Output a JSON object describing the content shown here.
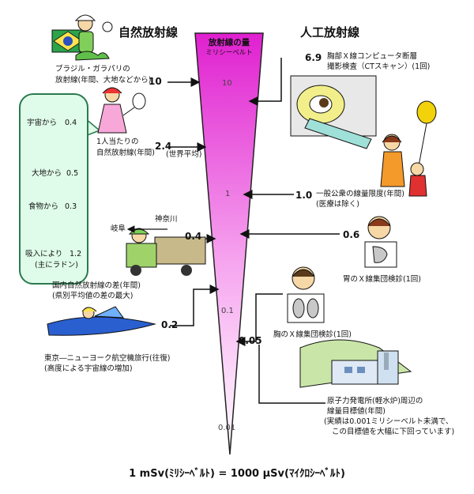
{
  "headers": {
    "natural": "自然放射線",
    "artificial": "人工放射線"
  },
  "wedge": {
    "title": "放射線の量",
    "unit": "ミリシーベルト",
    "scale_labels": [
      "10",
      "1",
      "0.1",
      "0.01"
    ]
  },
  "natural": {
    "brazil": {
      "text": [
        "ブラジル・ガラパリの",
        "放射線(年間、大地などから)"
      ],
      "value": "10"
    },
    "per_person": {
      "text": [
        "1人当たりの",
        "自然放射線(年間)"
      ],
      "value": "2.4",
      "note": "(世界平均)"
    },
    "breakdown": [
      {
        "label": "宇宙から",
        "value": "0.4"
      },
      {
        "label": "大地から",
        "value": "0.5"
      },
      {
        "label": "食物から",
        "value": "0.3"
      },
      {
        "label": "吸入により",
        "value": "1.2",
        "note": "(主にラドン)"
      }
    ],
    "domestic": {
      "from": "岐阜",
      "to": "神奈川",
      "value": "0.4",
      "text": [
        "国内自然放射線の差(年間)",
        "(県別平均値の差の最大)"
      ]
    },
    "flight": {
      "value": "0.2",
      "text": [
        "東京―ニューヨーク航空機旅行(往復)",
        "(高度による宇宙線の増加)"
      ]
    }
  },
  "artificial": {
    "ct": {
      "value": "6.9",
      "text": [
        "胸部Ｘ線コンピュータ断層",
        "撮影検査（CTスキャン）(1回)"
      ]
    },
    "public": {
      "value": "1.0",
      "text": [
        "一般公衆の線量限度(年間)",
        "(医療は除く)"
      ]
    },
    "stomach": {
      "value": "0.6",
      "text": [
        "胃のＸ線集団検診(1回)"
      ]
    },
    "chest": {
      "value": "0.05",
      "text": [
        "胸のＸ線集団検診(1回)"
      ]
    },
    "plant": {
      "text": [
        "原子力発電所(軽水炉)周辺の",
        "線量目標値(年間)",
        "(実績は0.001ミリシーベルト未満で、",
        "この目標値を大幅に下回っています)"
      ]
    }
  },
  "footer": "1 mSv(ﾐﾘｼｰﾍﾞﾙﾄ) = 1000 μSv(ﾏｲｸﾛｼｰﾍﾞﾙﾄ)",
  "colors": {
    "wedge_top": "#e020d0",
    "wedge_bottom": "#ffffff",
    "panel_bg": "#dffbe9",
    "panel_border": "#2a7a4e"
  }
}
